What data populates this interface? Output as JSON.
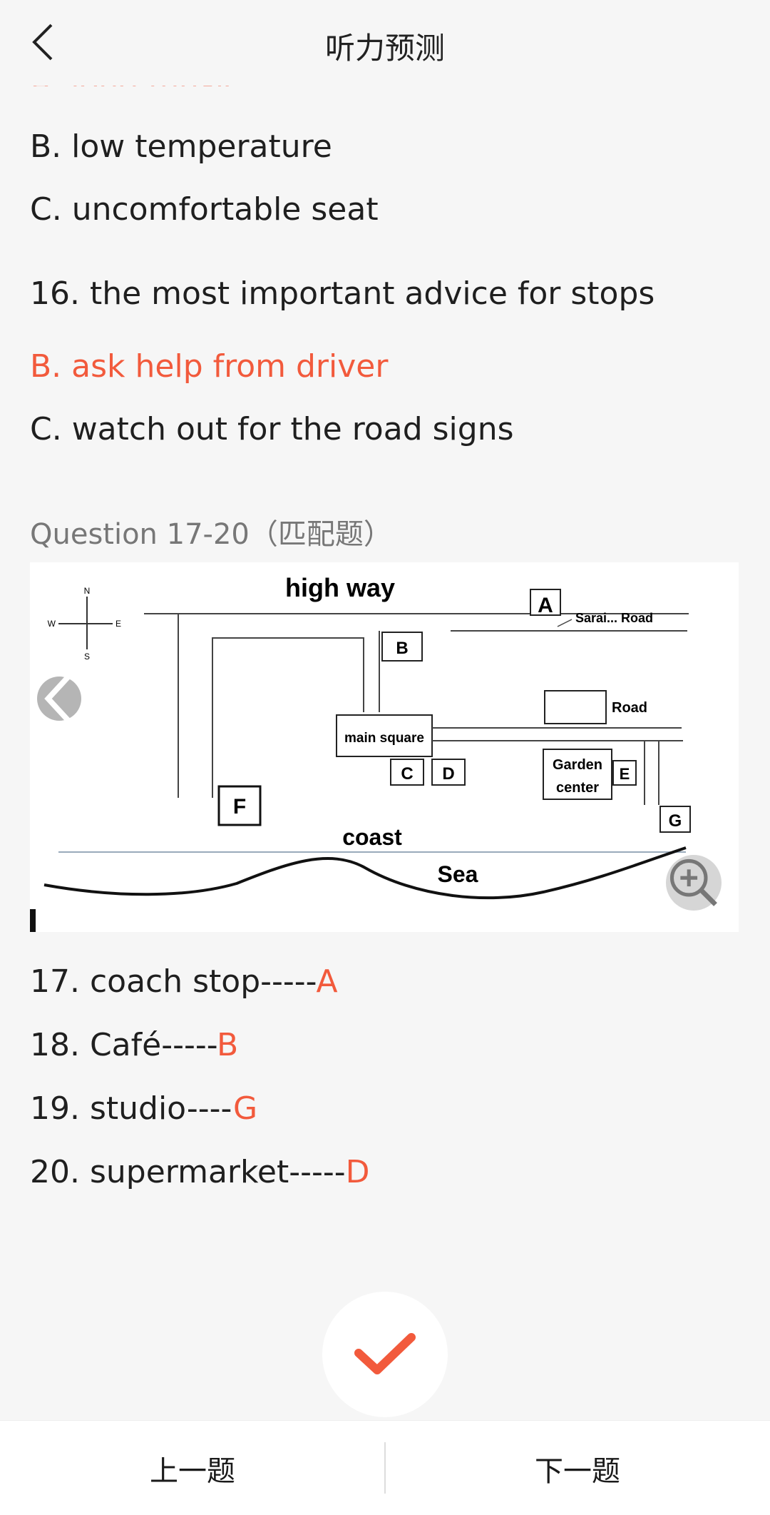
{
  "header": {
    "title": "听力预测"
  },
  "items": {
    "q15_a": "A. loud music",
    "q15_b": "B. low temperature",
    "q15_c": "C. uncomfortable seat",
    "q16": "16. the most important advice for stops",
    "q16_b": "B. ask help from driver",
    "q16_c": "C. watch out for the road signs"
  },
  "section": {
    "heading": "Question 17-20（匹配题）"
  },
  "map": {
    "compass_n": "N",
    "compass_s": "S",
    "compass_w": "W",
    "compass_e": "E",
    "highway": "high way",
    "label_a": "A",
    "road_sarai": "Sarai... Road",
    "label_b": "B",
    "road": "Road",
    "main_square": "main square",
    "label_c": "C",
    "label_d": "D",
    "garden_1": "Garden",
    "garden_2": "center",
    "label_e": "E",
    "label_f": "F",
    "label_g": "G",
    "coast": "coast",
    "sea": "Sea"
  },
  "answers": [
    {
      "text": "17. coach stop-----",
      "answer": "A"
    },
    {
      "text": "18. Café-----",
      "answer": "B"
    },
    {
      "text": "19. studio----",
      "answer": "G"
    },
    {
      "text": "20. supermarket-----",
      "answer": "D"
    }
  ],
  "nav": {
    "prev": "上一题",
    "next": "下一题"
  },
  "colors": {
    "accent": "#f25a3c",
    "text": "#1f1f1f",
    "background": "#f6f6f6"
  },
  "icons": {
    "back": "chevron-left-icon",
    "check": "check-icon",
    "zoom": "zoom-in-icon",
    "prev_image": "chevron-left-icon"
  }
}
